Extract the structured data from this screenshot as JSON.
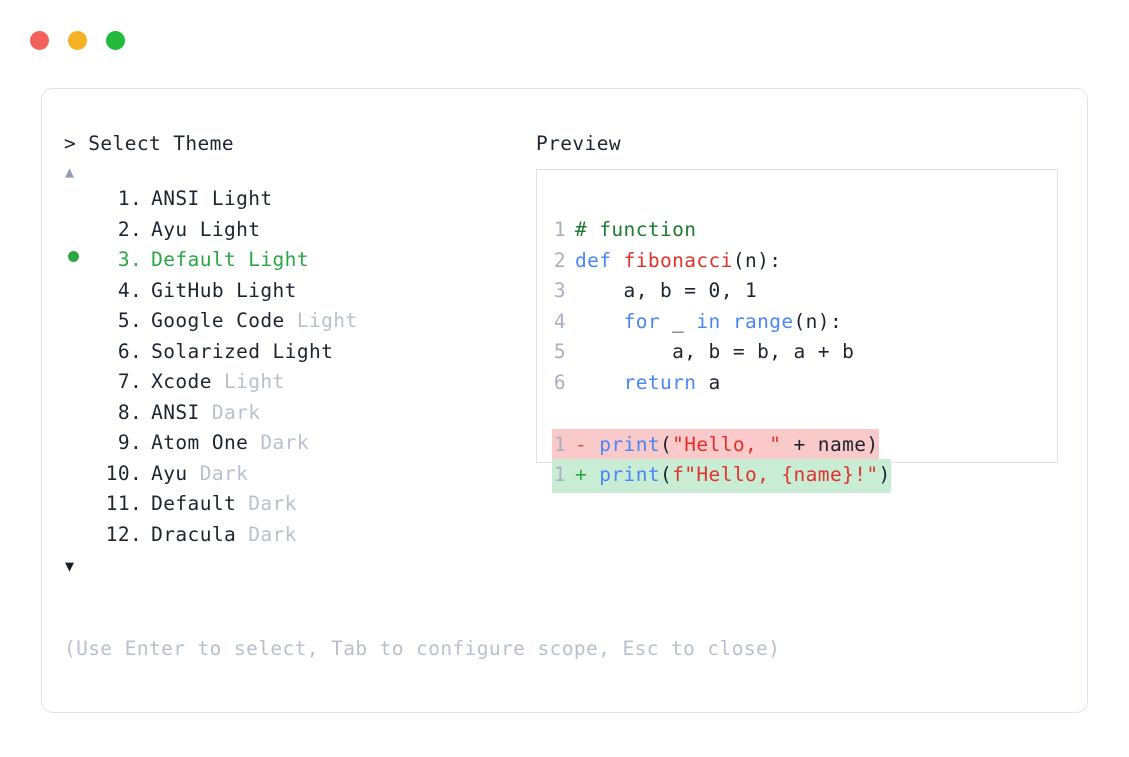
{
  "titlebar": {
    "dots": [
      {
        "name": "close-dot",
        "color": "#f2615a"
      },
      {
        "name": "minimize-dot",
        "color": "#f5b324"
      },
      {
        "name": "maximize-dot",
        "color": "#22bb3a"
      }
    ]
  },
  "left": {
    "prompt": "> Select Theme",
    "scroll_up": "▲",
    "scroll_down": "▼",
    "selected_index": 3,
    "items": [
      {
        "num": "1",
        "dot": ".",
        "main": "ANSI",
        "mod": " Light",
        "dim": false,
        "selected": false
      },
      {
        "num": "2",
        "dot": ".",
        "main": "Ayu",
        "mod": " Light",
        "dim": false,
        "selected": false
      },
      {
        "num": "3",
        "dot": ".",
        "main": "Default",
        "mod": " Light",
        "dim": false,
        "selected": true
      },
      {
        "num": "4",
        "dot": ".",
        "main": "GitHub",
        "mod": " Light",
        "dim": false,
        "selected": false
      },
      {
        "num": "5",
        "dot": ".",
        "main": "Google Code",
        "mod": " Light",
        "dim": true,
        "selected": false
      },
      {
        "num": "6",
        "dot": ".",
        "main": "Solarized",
        "mod": " Light",
        "dim": false,
        "selected": false
      },
      {
        "num": "7",
        "dot": ".",
        "main": "Xcode",
        "mod": " Light",
        "dim": true,
        "selected": false
      },
      {
        "num": "8",
        "dot": ".",
        "main": "ANSI",
        "mod": " Dark",
        "dim": true,
        "selected": false
      },
      {
        "num": "9",
        "dot": ".",
        "main": "Atom One",
        "mod": " Dark",
        "dim": true,
        "selected": false
      },
      {
        "num": "10",
        "dot": ".",
        "main": "Ayu",
        "mod": " Dark",
        "dim": true,
        "selected": false
      },
      {
        "num": "11",
        "dot": ".",
        "main": "Default",
        "mod": " Dark",
        "dim": true,
        "selected": false
      },
      {
        "num": "12",
        "dot": ".",
        "main": "Dracula",
        "mod": " Dark",
        "dim": true,
        "selected": false
      }
    ],
    "hint": "(Use Enter to select, Tab to configure scope, Esc to close)"
  },
  "right": {
    "title": "Preview",
    "code_lines": [
      {
        "ln": "1",
        "tokens": [
          {
            "t": "# function",
            "c": "t-comment"
          }
        ]
      },
      {
        "ln": "2",
        "tokens": [
          {
            "t": "def ",
            "c": "t-kw"
          },
          {
            "t": "fibonacci",
            "c": "t-fn"
          },
          {
            "t": "(n):",
            "c": "t-plain"
          }
        ]
      },
      {
        "ln": "3",
        "tokens": [
          {
            "t": "    a, b = ",
            "c": "t-plain"
          },
          {
            "t": "0",
            "c": "t-num"
          },
          {
            "t": ", ",
            "c": "t-plain"
          },
          {
            "t": "1",
            "c": "t-num"
          }
        ]
      },
      {
        "ln": "4",
        "tokens": [
          {
            "t": "    ",
            "c": "t-plain"
          },
          {
            "t": "for",
            "c": "t-kw"
          },
          {
            "t": " _ ",
            "c": "t-plain"
          },
          {
            "t": "in",
            "c": "t-kw"
          },
          {
            "t": " ",
            "c": "t-plain"
          },
          {
            "t": "range",
            "c": "t-builtin"
          },
          {
            "t": "(n):",
            "c": "t-plain"
          }
        ]
      },
      {
        "ln": "5",
        "tokens": [
          {
            "t": "        a, b = b, a + b",
            "c": "t-plain"
          }
        ]
      },
      {
        "ln": "6",
        "tokens": [
          {
            "t": "    ",
            "c": "t-plain"
          },
          {
            "t": "return",
            "c": "t-kw"
          },
          {
            "t": " a",
            "c": "t-plain"
          }
        ]
      }
    ],
    "diff_lines": [
      {
        "ln": "1",
        "kind": "del",
        "marker": "-",
        "tokens": [
          {
            "t": "print",
            "c": "t-builtin"
          },
          {
            "t": "(",
            "c": "t-plain"
          },
          {
            "t": "\"Hello, \"",
            "c": "t-str"
          },
          {
            "t": " + name)",
            "c": "t-plain"
          }
        ]
      },
      {
        "ln": "1",
        "kind": "add",
        "marker": "+",
        "tokens": [
          {
            "t": "print",
            "c": "t-builtin"
          },
          {
            "t": "(",
            "c": "t-plain"
          },
          {
            "t": "f\"Hello, {name}!\"",
            "c": "t-str"
          },
          {
            "t": ")",
            "c": "t-plain"
          }
        ]
      }
    ]
  },
  "colors": {
    "accent_green": "#2aa745",
    "dim_text": "#b9c0cd",
    "text": "#1e2430",
    "border": "#dfe2ea",
    "diff_del_bg": "#fac9ca",
    "diff_add_bg": "#c9ecd4"
  }
}
